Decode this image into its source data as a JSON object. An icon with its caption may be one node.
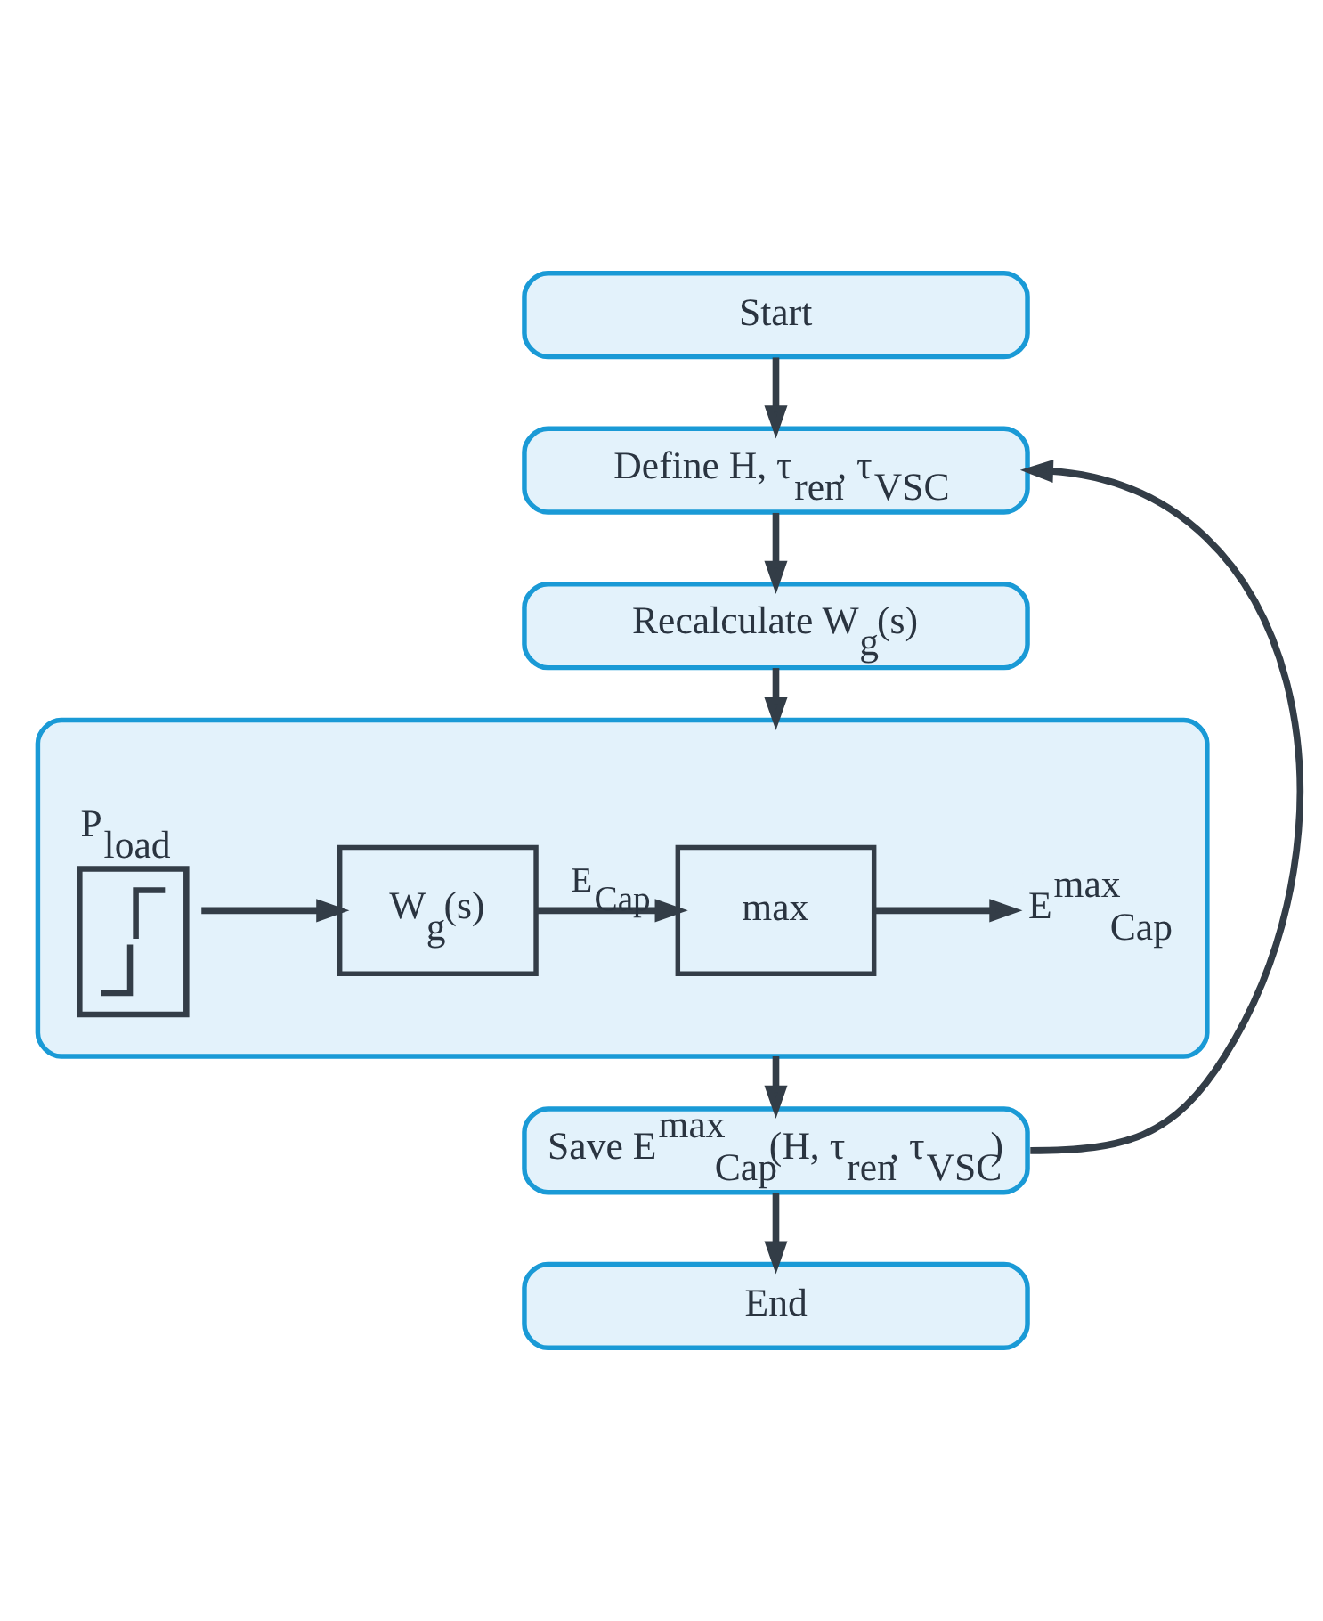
{
  "diagram": {
    "nodes": [
      {
        "text": [
          "Start"
        ]
      },
      {
        "text": [
          "Define H, τ$_{ren}$, τ$_{VSC}$"
        ]
      },
      {
        "text": [
          "Recalculate W$_{g}$(s)"
        ]
      },
      {
        "text": [],
        "shape": "box"
      },
      {
        "text": [],
        "shape": "picture",
        "beside": [
          "P$_{load}$"
        ],
        "in": 3
      },
      {
        "text": [
          "W$_{g}$(s)"
        ],
        "in": 3
      },
      {
        "text": [
          "max"
        ],
        "in": 3
      },
      {
        "text": [
          "E$^{max}$$_{Cap}$"
        ],
        "in": 3
      },
      {
        "text": [
          "Save E$^{max}$$_{Cap}$(H, τ$_{ren}$, τ$_{VSC}$)"
        ]
      },
      {
        "text": [
          "End"
        ]
      }
    ],
    "edges": [
      {
        "from": 0,
        "to": 1,
        "arrow": "to"
      },
      {
        "from": 1,
        "to": 2,
        "arrow": "to"
      },
      {
        "from": 2,
        "to": 3,
        "arrow": "to"
      },
      {
        "from": 4,
        "to": 5,
        "arrow": "to"
      },
      {
        "from": 5,
        "to": 6,
        "arrow": "to",
        "label": "E$_{Cap}$"
      },
      {
        "from": 6,
        "to": 7,
        "arrow": "to"
      },
      {
        "from": 3,
        "to": 8,
        "arrow": "to"
      },
      {
        "from": 8,
        "to": 1,
        "arrow": "to"
      },
      {
        "from": 8,
        "to": 9,
        "arrow": "to"
      }
    ]
  }
}
